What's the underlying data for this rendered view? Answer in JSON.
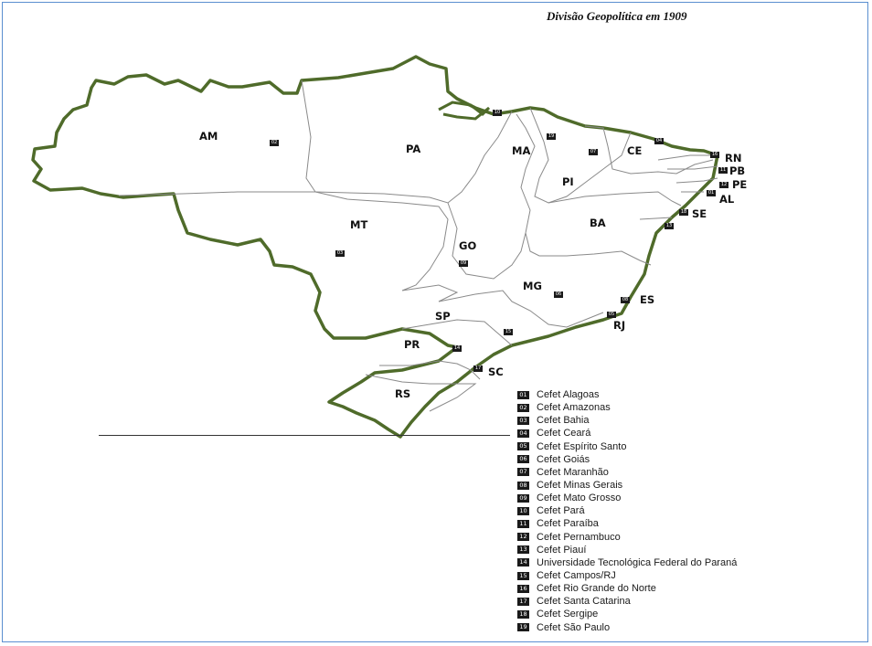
{
  "title": "Divisão Geopolítica em 1909",
  "states": [
    "AM",
    "PA",
    "MA",
    "CE",
    "RN",
    "PB",
    "PE",
    "AL",
    "SE",
    "PI",
    "BA",
    "MT",
    "GO",
    "MG",
    "ES",
    "RJ",
    "SP",
    "PR",
    "SC",
    "RS"
  ],
  "markers": [
    "02",
    "10",
    "19",
    "07",
    "04",
    "16",
    "11",
    "12",
    "01",
    "18",
    "13",
    "03",
    "09",
    "06",
    "08",
    "05",
    "15",
    "14",
    "17"
  ],
  "legend": [
    {
      "code": "01",
      "label": "Cefet Alagoas"
    },
    {
      "code": "02",
      "label": "Cefet Amazonas"
    },
    {
      "code": "03",
      "label": "Cefet Bahia"
    },
    {
      "code": "04",
      "label": "Cefet Ceará"
    },
    {
      "code": "05",
      "label": "Cefet Espírito Santo"
    },
    {
      "code": "06",
      "label": "Cefet Goiás"
    },
    {
      "code": "07",
      "label": "Cefet Maranhão"
    },
    {
      "code": "08",
      "label": "Cefet Minas Gerais"
    },
    {
      "code": "09",
      "label": "Cefet Mato Grosso"
    },
    {
      "code": "10",
      "label": "Cefet Pará"
    },
    {
      "code": "11",
      "label": "Cefet Paraíba"
    },
    {
      "code": "12",
      "label": "Cefet Pernambuco"
    },
    {
      "code": "13",
      "label": "Cefet Piauí"
    },
    {
      "code": "14",
      "label": "Universidade Tecnológica Federal do Paraná"
    },
    {
      "code": "15",
      "label": "Cefet Campos/RJ"
    },
    {
      "code": "16",
      "label": "Cefet Rio Grande do Norte"
    },
    {
      "code": "17",
      "label": "Cefet Santa Catarina"
    },
    {
      "code": "18",
      "label": "Cefet Sergipe"
    },
    {
      "code": "19",
      "label": "Cefet São Paulo"
    }
  ],
  "colors": {
    "border": "#4f6b2a",
    "internal": "#8a8a8a",
    "frame": "#5b8fd0"
  }
}
